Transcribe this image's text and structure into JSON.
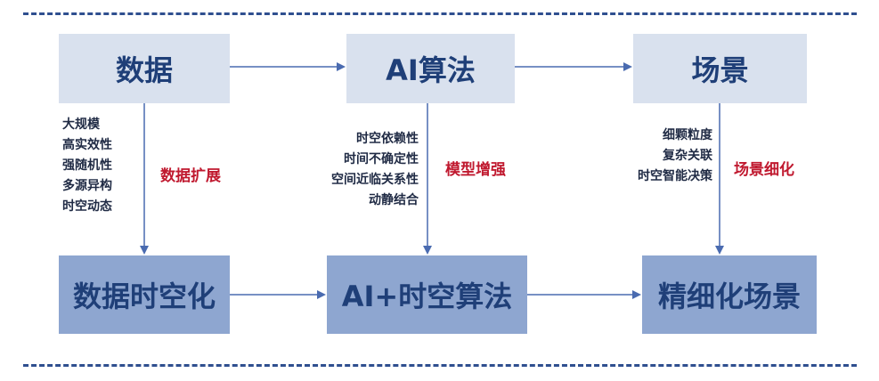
{
  "top_row": {
    "data": "数据",
    "ai_algorithm": "AI算法",
    "scenario": "场景"
  },
  "bottom_row": {
    "data_spatiotemporal": "数据时空化",
    "ai_spatiotemporal": "AI+时空算法",
    "fine_scenario": "精细化场景"
  },
  "left_column": {
    "items": [
      "大规模",
      "高实效性",
      "强随机性",
      "多源异构",
      "时空动态"
    ],
    "tag": "数据扩展"
  },
  "middle_column": {
    "items": [
      "时空依赖性",
      "时间不确定性",
      "空间近临关系性",
      "动静结合"
    ],
    "tag": "模型增强"
  },
  "right_column": {
    "items": [
      "细颗粒度",
      "复杂关联",
      "时空智能决策"
    ],
    "tag": "场景细化"
  },
  "colors": {
    "top_box_bg": "#d9e1ee",
    "bottom_box_bg": "#8ea6d0",
    "box_text": "#1f3f78",
    "tag_text": "#c0192f",
    "arrow": "#4a6bb0",
    "dash": "#2f4f8f"
  }
}
